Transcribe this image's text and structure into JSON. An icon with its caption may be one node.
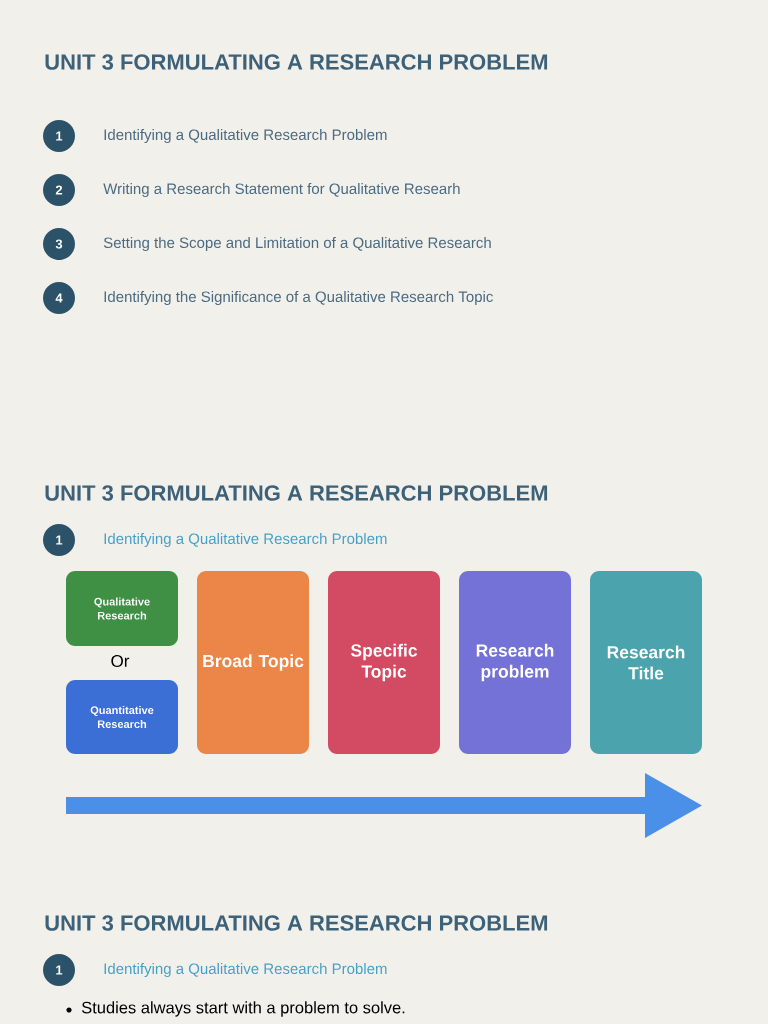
{
  "diagram": {
    "nodes": [
      {
        "text": [
          "1"
        ],
        "beside": [
          "Identifying a Qualitative Research Problem"
        ]
      },
      {
        "text": [
          "2"
        ],
        "beside": [
          "Writing a Research Statement for Qualitative Researh"
        ]
      },
      {
        "text": [
          "3"
        ],
        "beside": [
          "Setting the Scope and Limitation of a Qualitative Research"
        ]
      },
      {
        "text": [
          "4"
        ],
        "beside": [
          "Identifying the Significance of a Qualitative Research Topic"
        ]
      },
      {
        "text": [
          "1"
        ],
        "beside": [
          "Identifying a Qualitative Research Problem"
        ]
      },
      {
        "text": [
          "Qualitative Research"
        ]
      },
      {
        "text": [
          "Quantitative Research"
        ]
      },
      {
        "text": [
          "Broad Topic"
        ]
      },
      {
        "text": [
          "Specific Topic"
        ]
      },
      {
        "text": [
          "Research problem"
        ]
      },
      {
        "text": [
          "Research Title"
        ]
      },
      {
        "text": [
          "1"
        ],
        "beside": [
          "Identifying a Qualitative Research Problem"
        ]
      }
    ],
    "edges": [],
    "labels": [
      "UNIT 3 FORMULATING A RESEARCH PROBLEM",
      "UNIT 3 FORMULATING A RESEARCH PROBLEM",
      "Or",
      "UNIT 3 FORMULATING A RESEARCH PROBLEM",
      "Studies always start with a problem to solve."
    ]
  }
}
